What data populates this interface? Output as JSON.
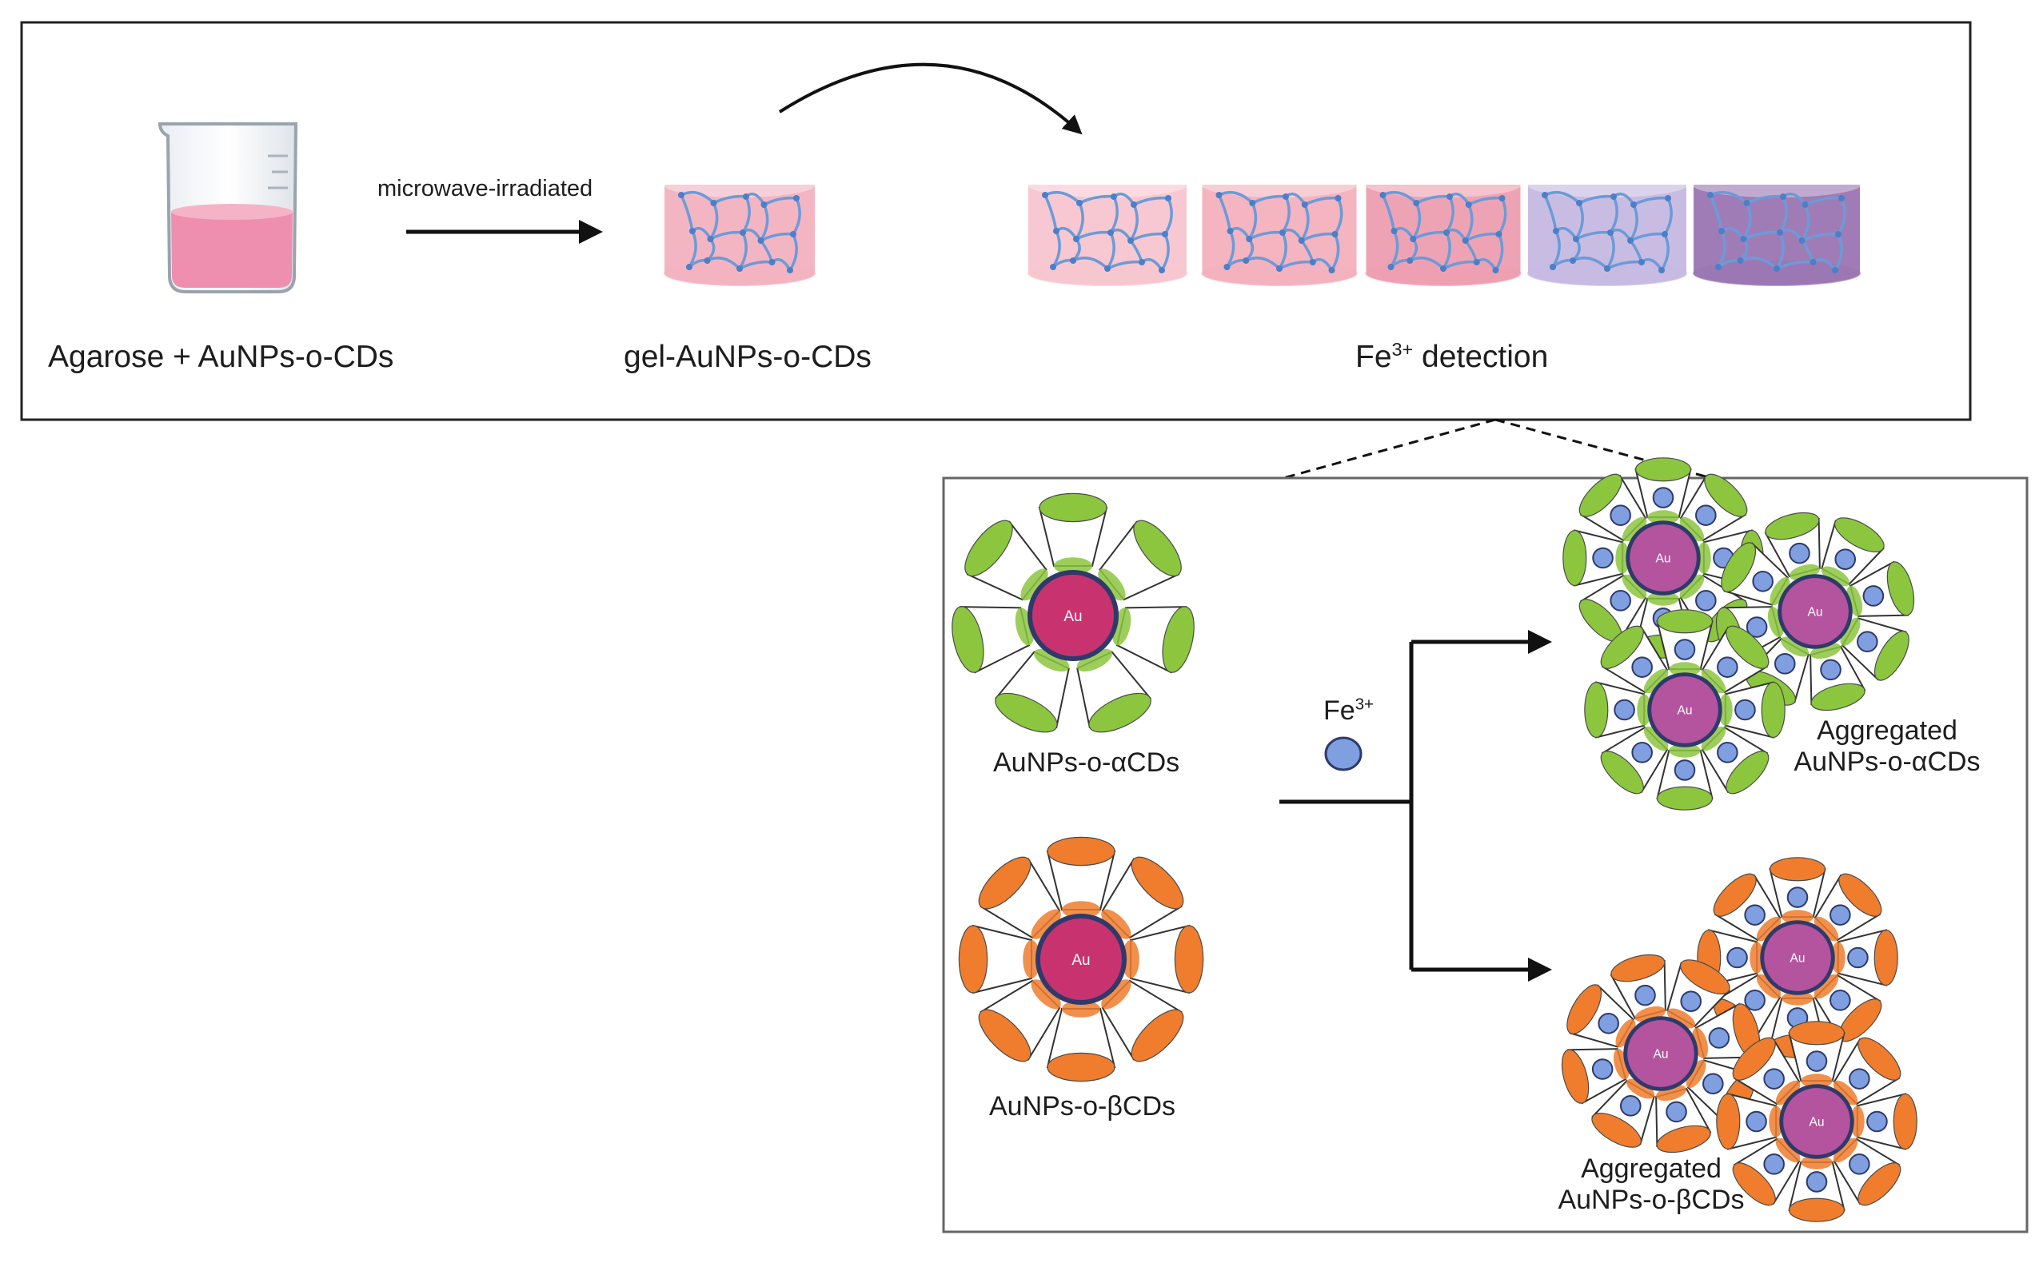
{
  "top_panel": {
    "step1_label": "Agarose + AuNPs-o-CDs",
    "arrow_label": "microwave-irradiated",
    "step2_label": "gel-AuNPs-o-CDs",
    "step3_label_base": "Fe",
    "step3_label_sup": "3+",
    "step3_label_rest": " detection"
  },
  "gel_series_colors": [
    "#f7c6cf",
    "#f4b0bd",
    "#ee9fb1",
    "#c7b9e2",
    "#9a76b3"
  ],
  "detail_panel": {
    "alpha_label": "AuNPs-o-αCDs",
    "beta_label": "AuNPs-o-βCDs",
    "ion_label_base": "Fe",
    "ion_label_sup": "3+",
    "agg_alpha_line1": "Aggregated",
    "agg_alpha_line2": "AuNPs-o-αCDs",
    "agg_beta_line1": "Aggregated",
    "agg_beta_line2": "AuNPs-o-βCDs",
    "core_label": "Au"
  },
  "colors": {
    "alpha_cd": "#8cc63f",
    "beta_cd": "#ef7d2d",
    "au_core": "#c8336f",
    "au_core_aggregated": "#b4549e",
    "core_border": "#2e3a6b",
    "fe_ion": "#7f9fe0",
    "liquid": "#ef8fb0",
    "network": "#6b9bd8"
  }
}
